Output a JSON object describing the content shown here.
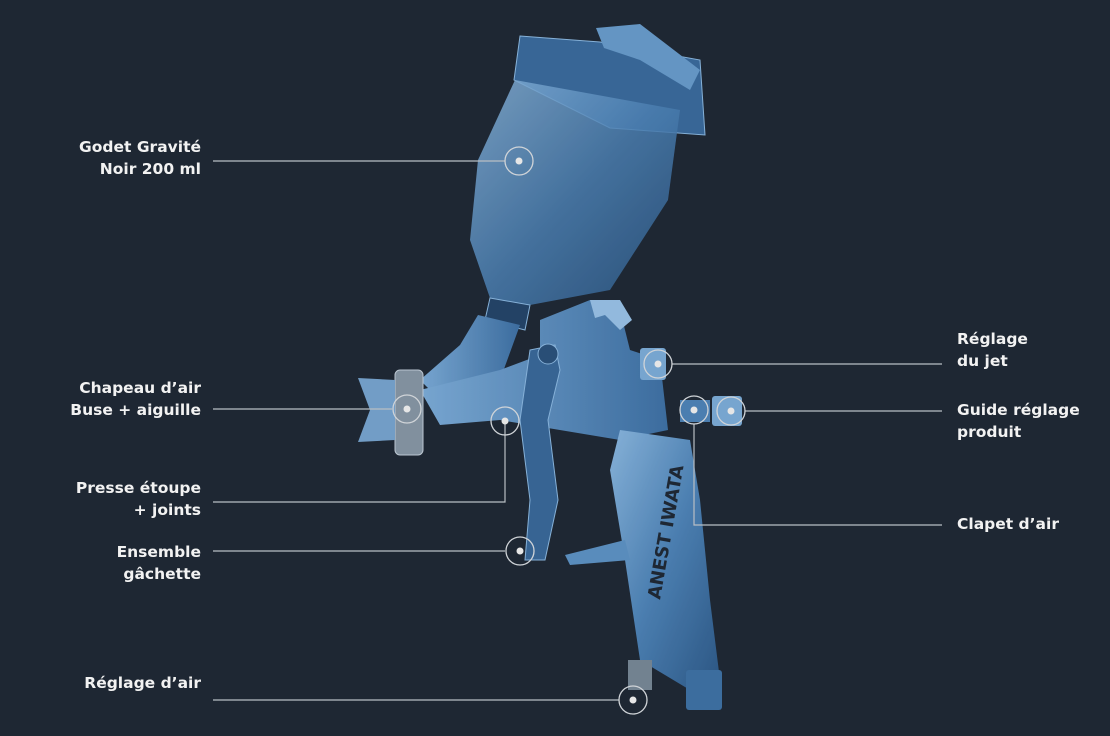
{
  "brand_logo_text": "ANEST IWATA",
  "colors": {
    "background": "#1e2733",
    "gun": "#5f95c8",
    "line": "#b9bec4"
  },
  "callouts": [
    {
      "id": "godet",
      "lines": [
        "Godet Gravité",
        "Noir 200 ml"
      ]
    },
    {
      "id": "chapeau",
      "lines": [
        "Chapeau d’air",
        "Buse + aiguille"
      ]
    },
    {
      "id": "presse",
      "lines": [
        "Presse étoupe",
        "+ joints"
      ]
    },
    {
      "id": "gachette",
      "lines": [
        "Ensemble",
        "gâchette"
      ]
    },
    {
      "id": "reglage-air",
      "lines": [
        "Réglage d’air"
      ]
    },
    {
      "id": "reglage-jet",
      "lines": [
        "Réglage",
        "du jet"
      ]
    },
    {
      "id": "guide",
      "lines": [
        "Guide réglage",
        "produit"
      ]
    },
    {
      "id": "clapet",
      "lines": [
        "Clapet d’air"
      ]
    }
  ]
}
